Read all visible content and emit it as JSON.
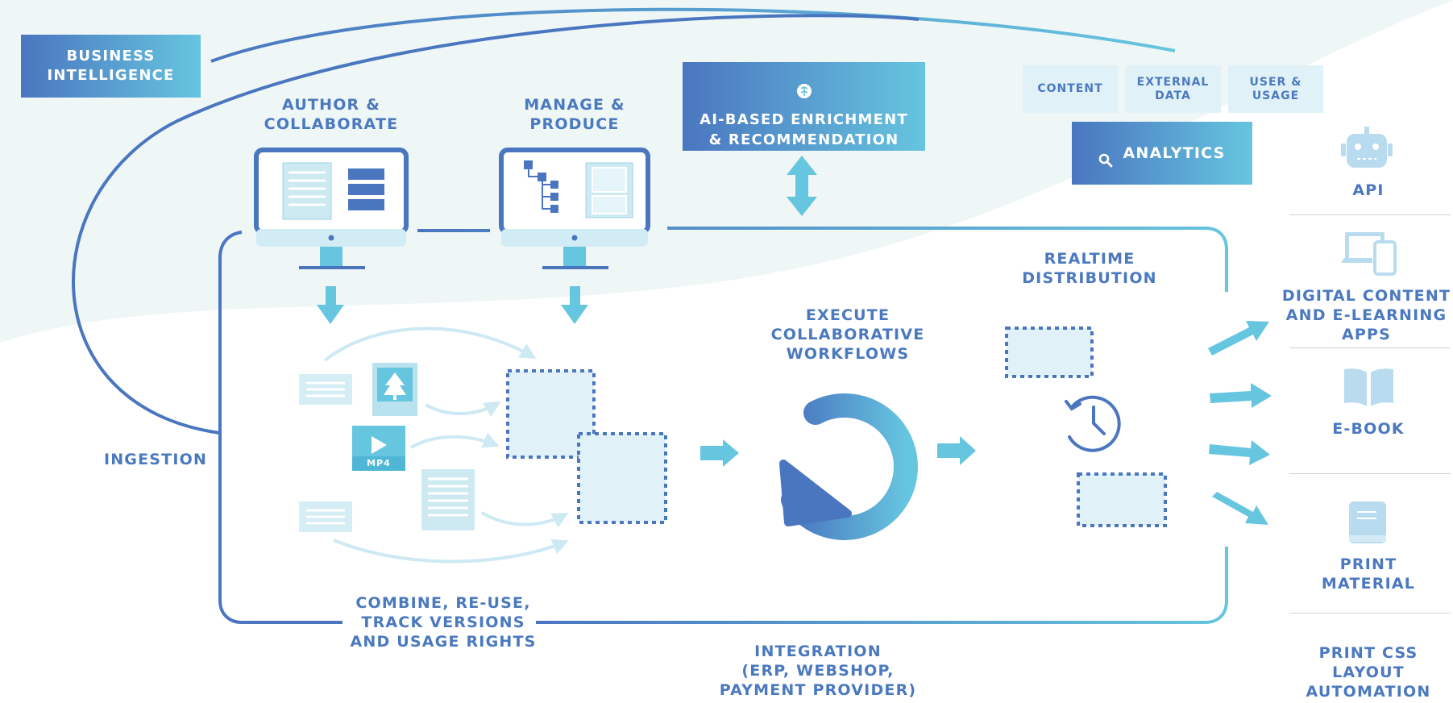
{
  "business_intelligence": "BUSINESS\nINTELLIGENCE",
  "author_collaborate": "AUTHOR &\nCOLLABORATE",
  "manage_produce": "MANAGE &\nPRODUCE",
  "ai_enrichment": "AI-BASED ENRICHMENT\n& RECOMMENDATION",
  "analytics": {
    "chips": [
      "CONTENT",
      "EXTERNAL\nDATA",
      "USER &\nUSAGE"
    ],
    "label": "ANALYTICS"
  },
  "realtime_distribution": "REALTIME\nDISTRIBUTION",
  "execute_workflows": "EXECUTE\nCOLLABORATIVE\nWORKFLOWS",
  "ingestion": "INGESTION",
  "mp4_label": "MP4",
  "combine_reuse": "COMBINE, RE-USE,\nTRACK VERSIONS\nAND USAGE RIGHTS",
  "integration": "INTEGRATION\n(ERP, WEBSHOP,\nPAYMENT PROVIDER)",
  "channels": [
    {
      "label": "API",
      "icon": "robot-icon"
    },
    {
      "label": "DIGITAL CONTENT\nAND E-LEARNING\nAPPS",
      "icon": "devices-icon"
    },
    {
      "label": "E-BOOK",
      "icon": "open-book-icon"
    },
    {
      "label": "PRINT\nMATERIAL",
      "icon": "printed-book-icon"
    },
    {
      "label": "PRINT CSS\nLAYOUT\nAUTOMATION",
      "icon": ""
    }
  ],
  "colors": {
    "primary": "#4a76c0",
    "accent": "#66c5df",
    "light_fill": "#e0f2f8",
    "text": "#4a79bf"
  }
}
